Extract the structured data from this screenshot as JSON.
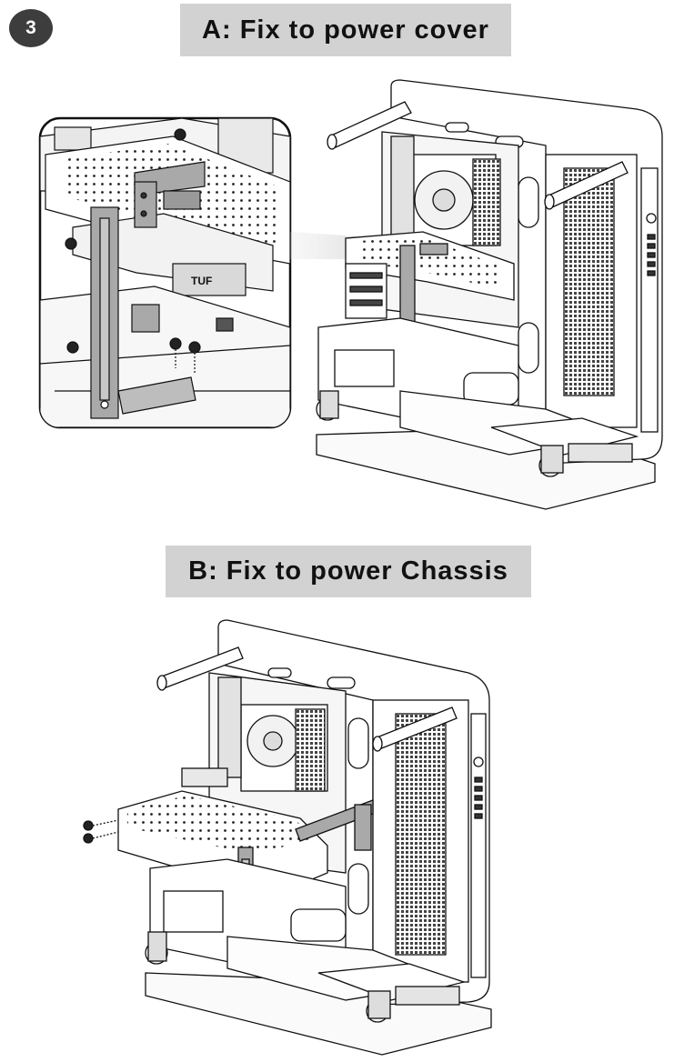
{
  "step": {
    "number": "3"
  },
  "section_a": {
    "title": "A: Fix to power cover",
    "gpu_brand_label": "TUF"
  },
  "section_b": {
    "title": "B: Fix to power Chassis"
  }
}
